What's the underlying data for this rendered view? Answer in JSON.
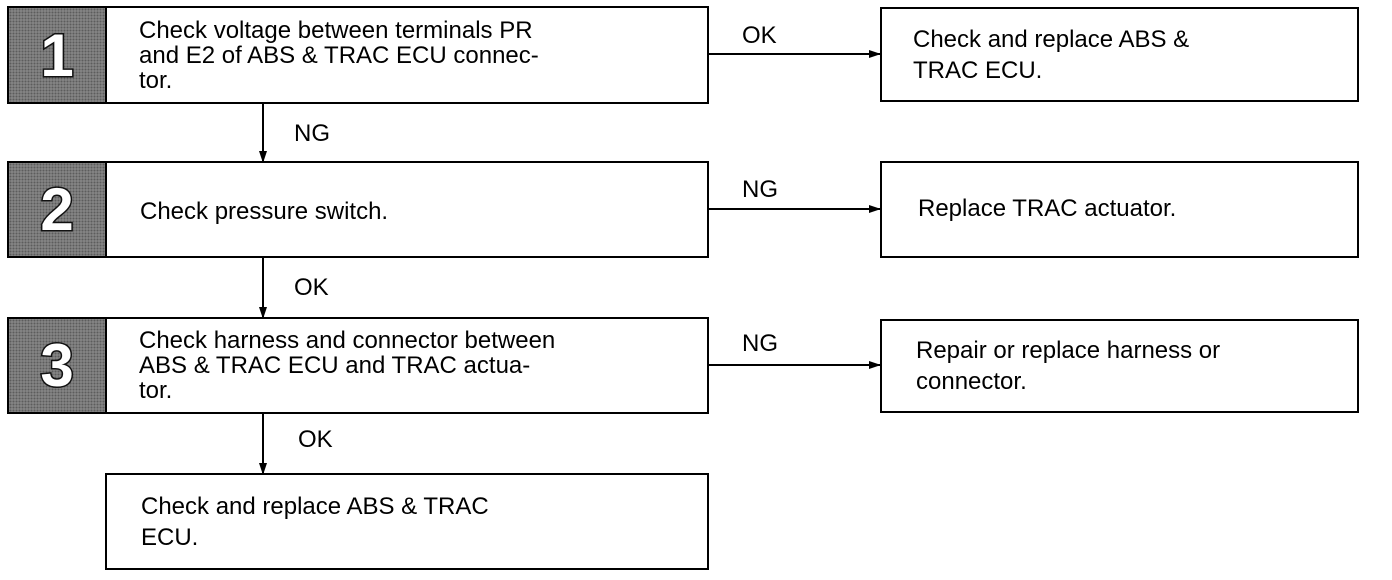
{
  "steps": [
    {
      "number": "1",
      "text": "Check voltage between terminals PR\nand E2 of ABS & TRAC ECU connec-\ntor.",
      "branch_label": "OK",
      "result": "Check and replace ABS &\nTRAC ECU.",
      "next_label": "NG"
    },
    {
      "number": "2",
      "text": "Check pressure switch.",
      "branch_label": "NG",
      "result": "Replace TRAC actuator.",
      "next_label": "OK"
    },
    {
      "number": "3",
      "text": "Check harness and connector between\nABS & TRAC ECU and TRAC actua-\ntor.",
      "branch_label": "NG",
      "result": "Repair or replace harness or\nconnector.",
      "next_label": "OK"
    }
  ],
  "final": {
    "text": "Check and replace ABS & TRAC\nECU."
  }
}
